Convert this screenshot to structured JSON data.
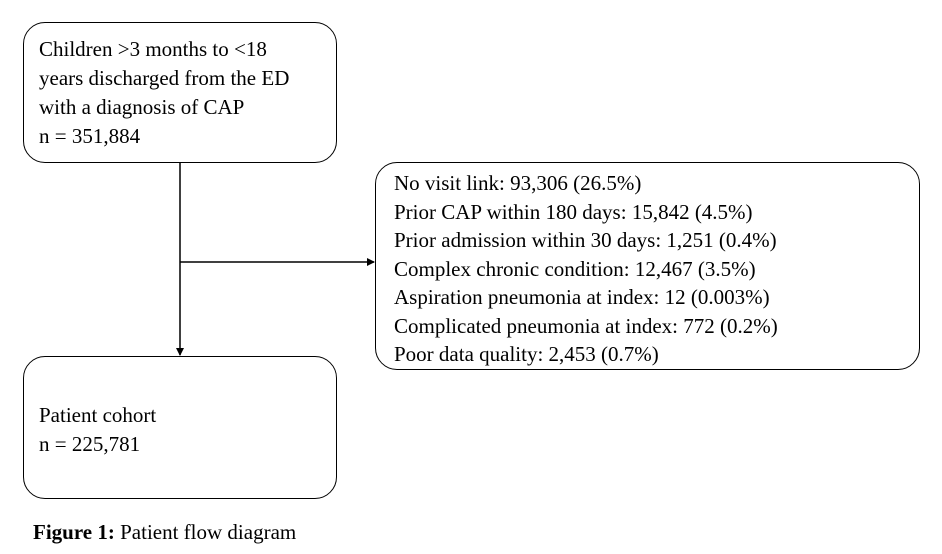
{
  "boxes": {
    "source": {
      "lines": [
        "Children >3 months to <18",
        "years discharged from the ED",
        "with a diagnosis of CAP",
        "n = 351,884"
      ]
    },
    "exclusions": {
      "lines": [
        "No visit link: 93,306 (26.5%)",
        "Prior CAP within 180 days: 15,842 (4.5%)",
        "Prior admission within 30 days: 1,251 (0.4%)",
        "Complex chronic condition: 12,467 (3.5%)",
        "Aspiration pneumonia at index: 12 (0.003%)",
        "Complicated pneumonia at index: 772 (0.2%)",
        "Poor data quality: 2,453 (0.7%)"
      ]
    },
    "cohort": {
      "lines": [
        "Patient cohort",
        "n = 225,781"
      ]
    }
  },
  "caption": {
    "label": "Figure 1:",
    "text": " Patient flow diagram"
  },
  "colors": {
    "stroke": "#000000",
    "background": "#ffffff"
  }
}
